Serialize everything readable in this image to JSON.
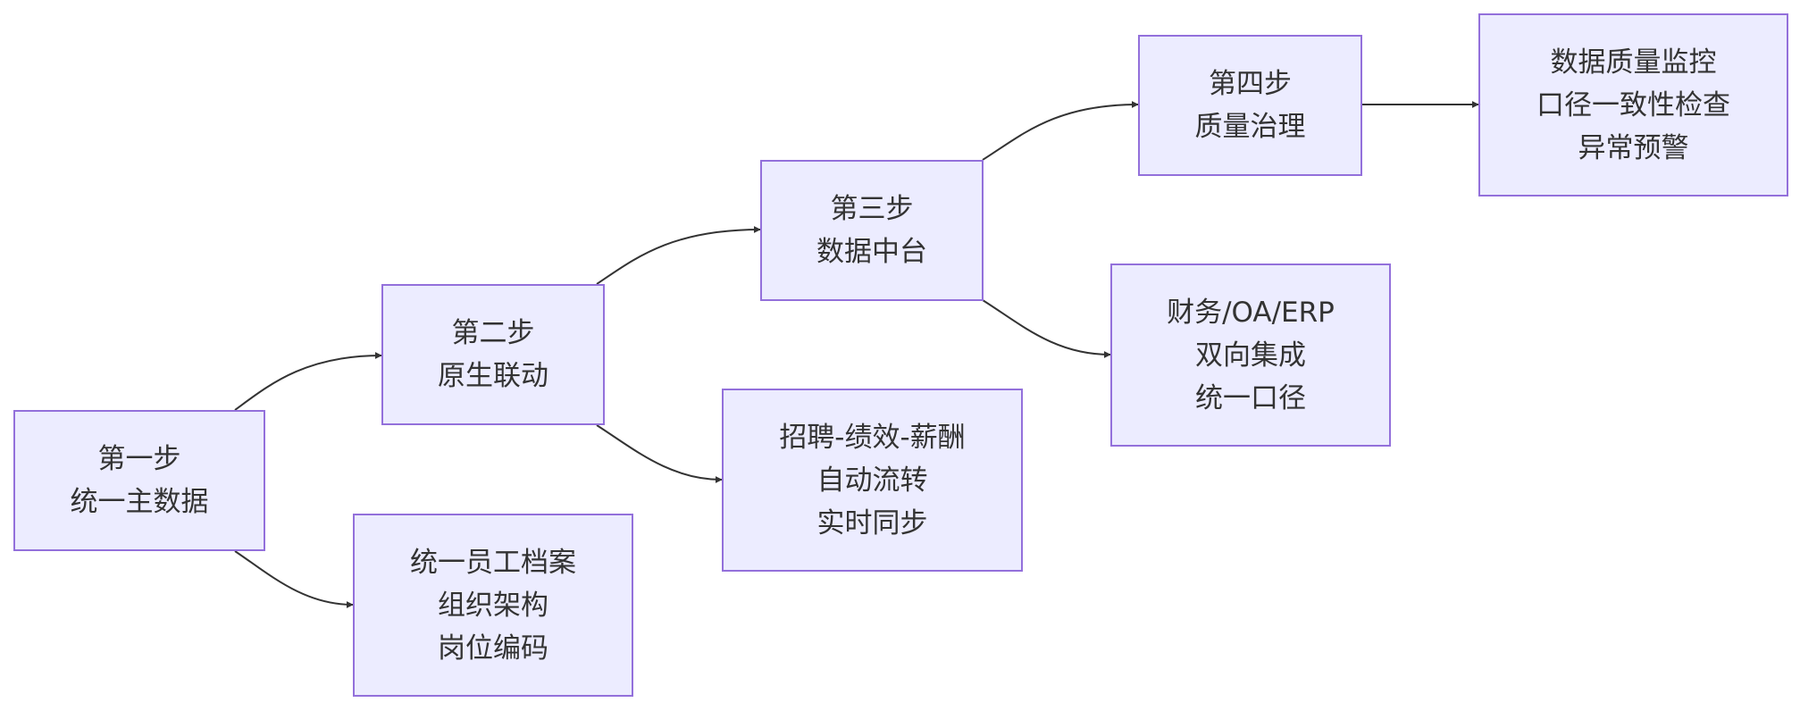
{
  "diagram": {
    "nodes": {
      "step1": {
        "lines": [
          "第一步",
          "统一主数据"
        ]
      },
      "detail1": {
        "lines": [
          "统一员工档案",
          "组织架构",
          "岗位编码"
        ]
      },
      "step2": {
        "lines": [
          "第二步",
          "原生联动"
        ]
      },
      "detail2": {
        "lines": [
          "招聘-绩效-薪酬",
          "自动流转",
          "实时同步"
        ]
      },
      "step3": {
        "lines": [
          "第三步",
          "数据中台"
        ]
      },
      "detail3": {
        "lines": [
          "财务/OA/ERP",
          "双向集成",
          "统一口径"
        ]
      },
      "step4": {
        "lines": [
          "第四步",
          "质量治理"
        ]
      },
      "detail4": {
        "lines": [
          "数据质量监控",
          "口径一致性检查",
          "异常预警"
        ]
      }
    },
    "edges": [
      {
        "from": "step1",
        "to": "step2"
      },
      {
        "from": "step1",
        "to": "detail1"
      },
      {
        "from": "step2",
        "to": "step3"
      },
      {
        "from": "step2",
        "to": "detail2"
      },
      {
        "from": "step3",
        "to": "step4"
      },
      {
        "from": "step3",
        "to": "detail3"
      },
      {
        "from": "step4",
        "to": "detail4"
      }
    ],
    "colors": {
      "node_fill": "#ececff",
      "node_border": "#9370db",
      "text": "#333333",
      "edge": "#333333"
    }
  }
}
